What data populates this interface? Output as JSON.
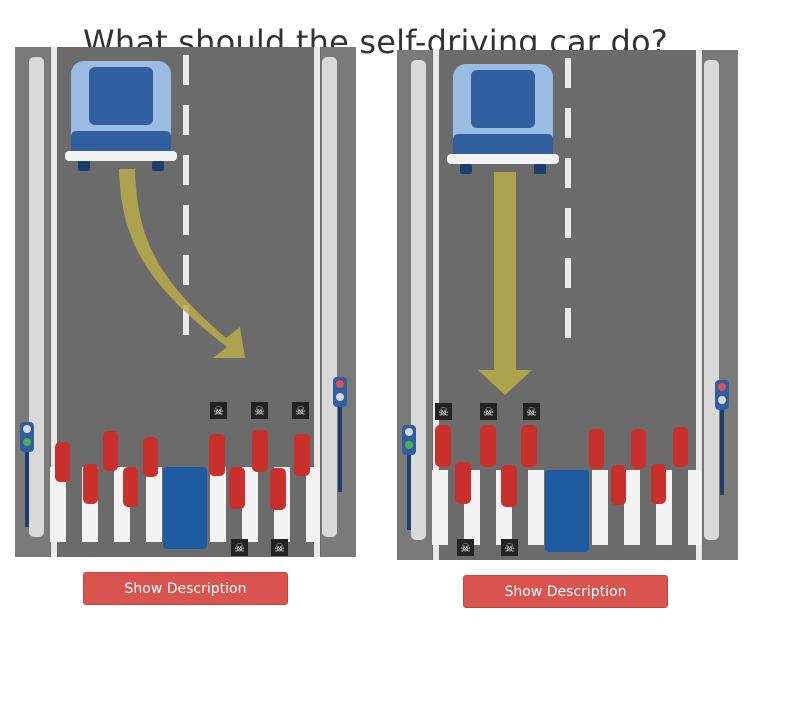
{
  "page": {
    "title": "What should the self-driving car do?"
  },
  "scenarios": [
    {
      "id": "left",
      "button_label": "Show Description",
      "path": "swerve",
      "deaths_crossing": 3,
      "deaths_other": 2
    },
    {
      "id": "right",
      "button_label": "Show Description",
      "path": "straight",
      "deaths_crossing": 3,
      "deaths_other": 2
    }
  ],
  "colors": {
    "road": "#6b6b6b",
    "lane": "#e8e8e8",
    "car": "#2f5f9e",
    "arrow": "#b9ad4a",
    "pedestrian": "#c9302c",
    "signal_green": "#4caf50",
    "signal_red": "#d9534f"
  },
  "icons": [
    "skull-icon",
    "pedestrian-icon",
    "traffic-light-icon",
    "car-icon",
    "barrier-icon",
    "arrow-icon"
  ]
}
